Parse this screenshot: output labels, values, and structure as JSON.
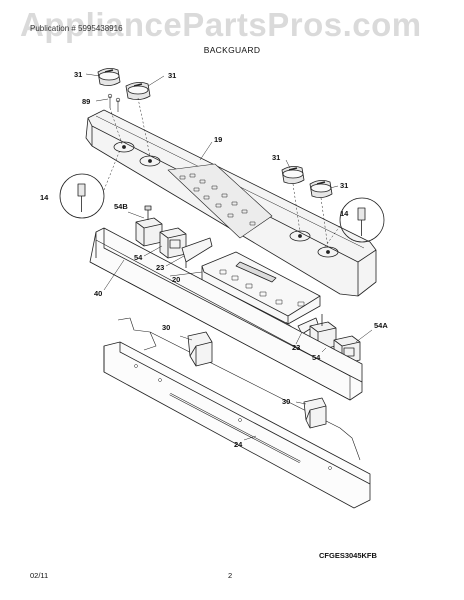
{
  "header": {
    "watermark": "AppliancePartsPros.com",
    "publication_line": "Publication # 5995438916",
    "section_title": "BACKGUARD"
  },
  "callouts": {
    "c31a": "31",
    "c31b": "31",
    "c31c": "31",
    "c31d": "31",
    "c89": "89",
    "c19": "19",
    "c14a": "14",
    "c14b": "14",
    "c54b": "54B",
    "c54a": "54A",
    "c54_left": "54",
    "c54_right": "54",
    "c23_left": "23",
    "c23_right": "23",
    "c20": "20",
    "c40": "40",
    "c30_left": "30",
    "c30_right": "30",
    "c24": "24"
  },
  "footer": {
    "model_code": "CFGES3045KFB",
    "date": "02/11",
    "page_number": "2"
  }
}
